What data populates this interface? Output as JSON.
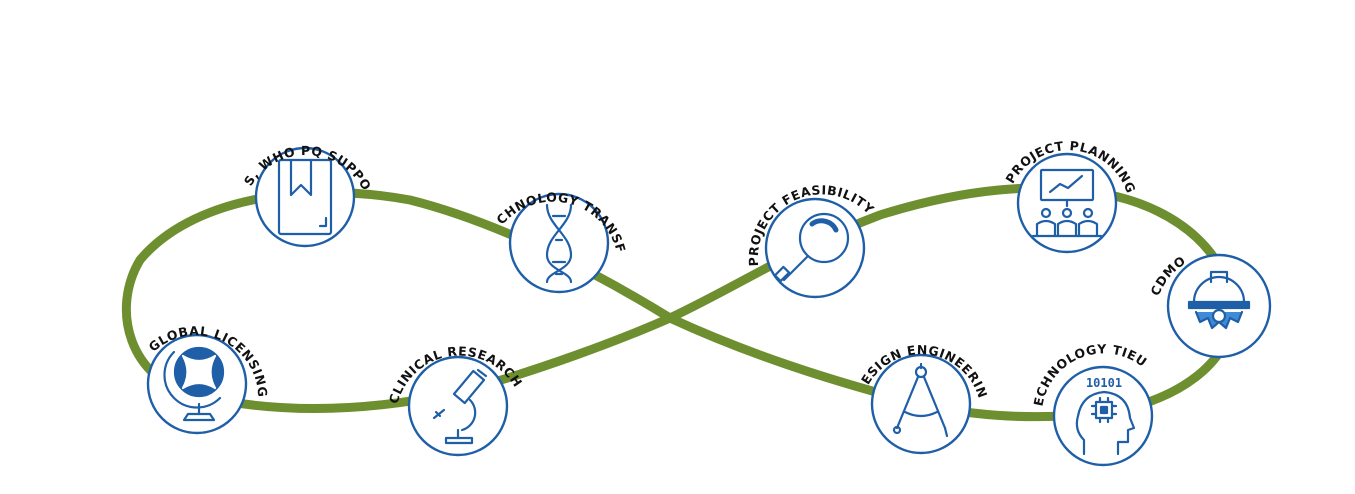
{
  "colors": {
    "path": "#6e8f2f",
    "node_stroke": "#1f5fa8",
    "icon": "#1f5fa8",
    "text": "#111111"
  },
  "nodes": [
    {
      "id": "qms",
      "label": "QMS, WHO PQ SUPPORT",
      "icon": "book-icon"
    },
    {
      "id": "tech-transfer",
      "label": "TECHNOLOGY TRANSFER",
      "icon": "dna-icon"
    },
    {
      "id": "feasibility",
      "label": "PROJECT FEASIBILITY",
      "icon": "magnifier-icon"
    },
    {
      "id": "planning",
      "label": "PROJECT PLANNING",
      "icon": "presentation-icon"
    },
    {
      "id": "cdmo",
      "label": "CDMO",
      "icon": "hardhat-gear-icon"
    },
    {
      "id": "tieup",
      "label": "TECHNOLOGY TIEUP",
      "icon": "head-chip-icon",
      "badge": "10101"
    },
    {
      "id": "design",
      "label": "DESIGN ENGINEERING",
      "icon": "compass-icon"
    },
    {
      "id": "clinical",
      "label": "CLINICAL RESEARCH",
      "icon": "microscope-icon"
    },
    {
      "id": "global",
      "label": "GLOBAL LICENSING",
      "icon": "globe-icon"
    }
  ]
}
